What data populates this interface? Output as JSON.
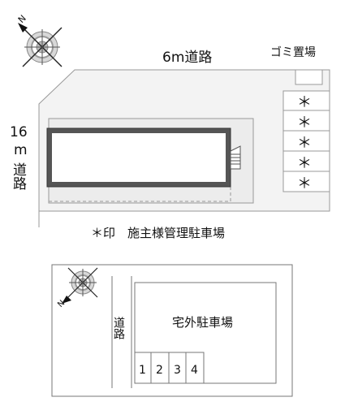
{
  "site_map": {
    "road_top_label": "6m道路",
    "road_left_width": "16",
    "road_left_unit": "m",
    "road_left_word": "道路",
    "garbage_label": "ゴミ置場",
    "slot_marker": "＊",
    "legend_text": "＊印　施主様管理駐車場"
  },
  "inset_map": {
    "road_label": "道路",
    "lot_label": "宅外駐車場",
    "spaces": [
      "1",
      "2",
      "3",
      "4"
    ]
  },
  "compass": {
    "north_symbol": "N"
  }
}
